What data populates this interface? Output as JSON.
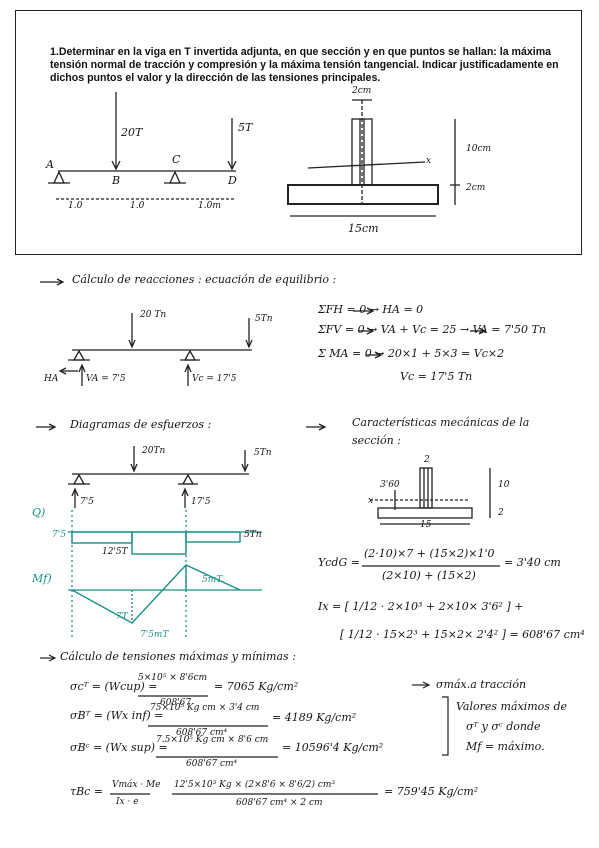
{
  "problem": {
    "text": "1.Determinar en la viga en T invertida adjunta, en que sección y en que puntos se hallan: la máxima tensión normal de tracción y compresión y la máxima tensión tangencial. Indicar justificadamente en dichos puntos el valor y la dirección de las tensiones principales."
  },
  "fig1": {
    "load_b": "20T",
    "load_d": "5T",
    "pt_a": "A",
    "pt_b": "B",
    "pt_c": "C",
    "pt_d": "D",
    "span1": "1.0",
    "span2": "1.0",
    "span3": "1.0m"
  },
  "section": {
    "web_w": "2cm",
    "web_h": "10cm",
    "flange_h": "2cm",
    "flange_w": "15cm",
    "axis_x": "x"
  },
  "s1": {
    "heading": "Cálculo de reacciones : ecuación de equilibrio :",
    "load1": "20 Tn",
    "load2": "5Tn",
    "ha": "HA",
    "va": "VA = 7'5",
    "vc": "Vc = 17'5",
    "eq1": "ΣFH = 0  →  HA = 0",
    "eq2a": "ΣFV = 0  →  VA + Vc = 25  →  VA = 7'50 Tn",
    "eq3a": "Σ MA = 0  →  20×1 + 5×3 = Vc×2",
    "eq3b": "Vc = 17'5 Tn"
  },
  "s2": {
    "heading": "Diagramas de esfuerzos :",
    "heading2": "Características mecánicas de la sección :",
    "load1": "20Tn",
    "load2": "5Tn",
    "r1": "7'5",
    "r2": "17'5",
    "q_label": "Q)",
    "m_label": "Mf)",
    "v1": "7'5",
    "v2": "12'5T",
    "v3": "5Tn",
    "m1": "7T",
    "m2": "7'5mT",
    "m3": "5mT",
    "sec_web": "2",
    "sec_cg": "3'60",
    "sec_h": "10",
    "sec_fl": "2",
    "sec_w": "15",
    "sec_x": "x"
  },
  "s3": {
    "ycg_lhs": "YcdG =",
    "ycg_num": "(2·10)×7 + (15×2)×1'0",
    "ycg_den": "(2×10) + (15×2)",
    "ycg_res": "= 3'40 cm",
    "ix_line1": "Ix = [ 1/12 · 2×10³ + 2×10× 3'6² ] +",
    "ix_line2": "[ 1/12 · 15×2³ + 15×2× 2'4² ] = 608'67 cm⁴"
  },
  "s4": {
    "heading": "Cálculo de tensiones máximas y mínimas :",
    "l1_lhs": "σcᵀ = (Wcup) =",
    "l1_num": "5×10⁵ × 8'6cm",
    "l1_den": "608'67",
    "l1_res": "= 7065 Kg/cm²",
    "l1_note": "σmáx.a tracción",
    "l2_lhs": "σBᵀ = (Wx inf) =",
    "l2_num": "75×10⁵ Kg cm × 3'4 cm",
    "l2_den": "608'67 cm⁴",
    "l2_res": "= 4189 Kg/cm²",
    "l3_lhs": "σBᶜ = (Wx sup) =",
    "l3_num": "7.5×10⁵ Kg cm × 8'6 cm",
    "l3_den": "608'67 cm⁴",
    "l3_res": "= 10596'4 Kg/cm²",
    "note": [
      "Valores máximos de",
      "σᵀ y σᶜ donde",
      "Mf = máximo."
    ],
    "l4_lhs": "τBc =",
    "l4_frac_num": "Vmáx · Me",
    "l4_frac_den": "Ix · e",
    "l4_num": "12'5×10³ Kg × (2×8'6 × 8'6/2) cm³",
    "l4_den": "608'67 cm⁴ × 2 cm",
    "l4_res": "= 759'45 Kg/cm²"
  }
}
